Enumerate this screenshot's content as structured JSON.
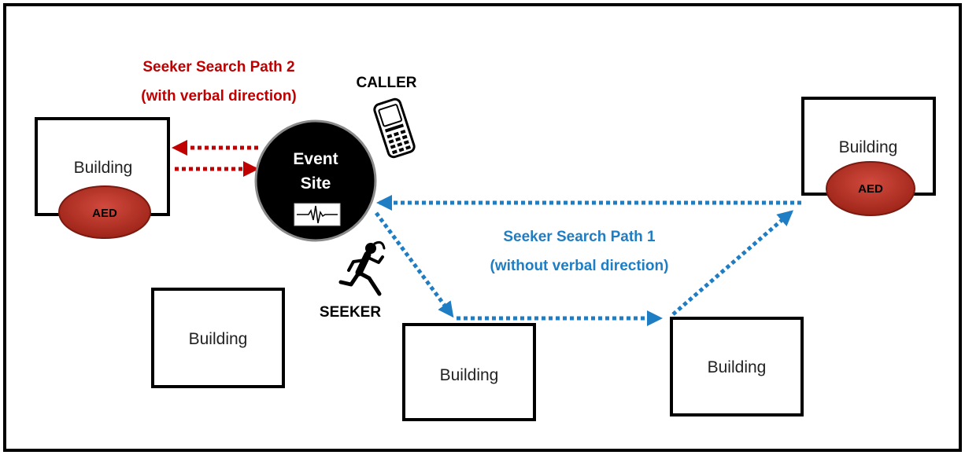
{
  "path2": {
    "line1": "Seeker Search Path 2",
    "line2": "(with verbal direction)"
  },
  "path1": {
    "line1": "Seeker Search Path 1",
    "line2": "(without verbal direction)"
  },
  "caller": "CALLER",
  "seeker": "SEEKER",
  "event_site": {
    "line1": "Event",
    "line2": "Site"
  },
  "aed": [
    "AED",
    "AED"
  ],
  "buildings": [
    "Building",
    "Building",
    "Building",
    "Building",
    "Building"
  ],
  "icons": [
    "mobile-phone-icon",
    "running-person-icon",
    "ecg-waveform-icon"
  ],
  "colors": {
    "path2": "#C00000",
    "path1": "#1F7DC4",
    "aed_fill": "#C0392B",
    "event_site": "#000000"
  }
}
